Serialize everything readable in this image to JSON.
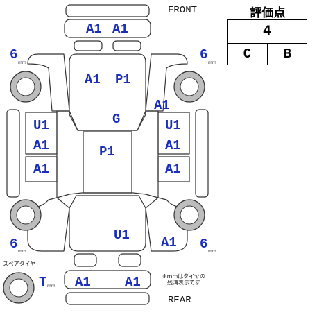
{
  "labels": {
    "front": "FRONT",
    "rear": "REAR",
    "spare_tire": "スペアタイヤ",
    "tread_note": [
      "※mmはタイヤの",
      "残溝表示です"
    ]
  },
  "score": {
    "title": "評価点",
    "overall": "4",
    "interior": "C",
    "exterior": "B"
  },
  "tires": {
    "front_left": "6",
    "front_right": "6",
    "rear_left": "6",
    "rear_right": "6",
    "spare": "T",
    "unit": "mm"
  },
  "damage": {
    "front_bumper_left": "A1",
    "front_bumper_right": "A1",
    "hood_left": "A1",
    "hood_right": "P1",
    "right_front_pillar": "A1",
    "cowl": "G",
    "roof": "P1",
    "left_front_fender": "U1",
    "left_front_door": "A1",
    "left_rear_door": "A1",
    "right_front_fender": "U1",
    "right_front_door": "A1",
    "right_rear_door": "A1",
    "trunk": "U1",
    "right_rear_quarter": "A1",
    "rear_bumper_left": "A1",
    "rear_bumper_right": "A1"
  },
  "colors": {
    "damage_code": "#1a2fb8",
    "outline": "#333333",
    "tire_fill": "#bdbdbd"
  }
}
